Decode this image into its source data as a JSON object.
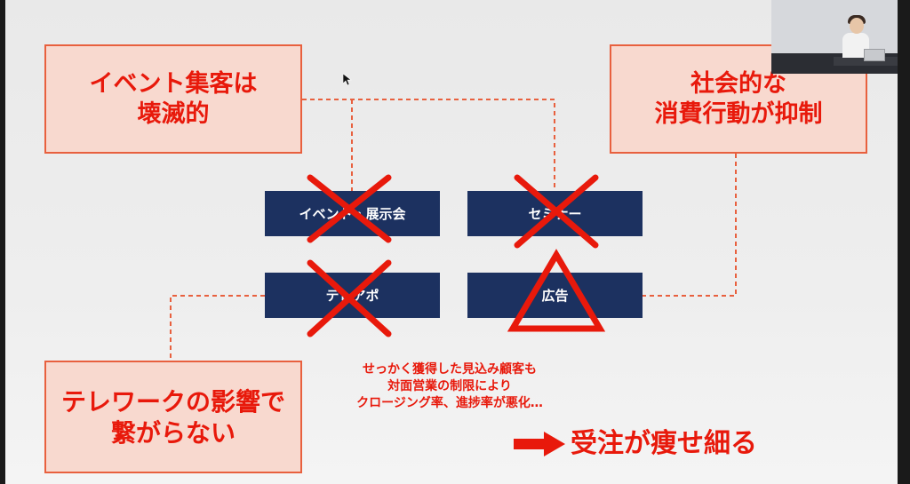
{
  "slide": {
    "top_left_box": [
      "イベント集客は",
      "壊滅的"
    ],
    "top_right_box": [
      "社会的な",
      "消費行動が抑制"
    ],
    "bottom_left_box": [
      "テレワークの影響で",
      "繋がらない"
    ],
    "channels": {
      "event": "イベント・展示会",
      "seminar": "セミナー",
      "teleapo": "テレアポ",
      "ads": "広告"
    },
    "note_lines": [
      "せっかく獲得した見込み顧客も",
      "対面営業の制限により",
      "クロージング率、進捗率が悪化…"
    ],
    "conclusion": "受注が痩せ細る"
  },
  "colors": {
    "accent_red": "#e8190b",
    "box_fill": "#f8d9cf",
    "box_border": "#e8603e",
    "navy": "#1c3160"
  },
  "icons": {
    "blocked": "cross-mark-icon",
    "limited": "triangle-mark-icon",
    "arrow": "right-arrow-icon",
    "cursor": "mouse-cursor-icon"
  }
}
